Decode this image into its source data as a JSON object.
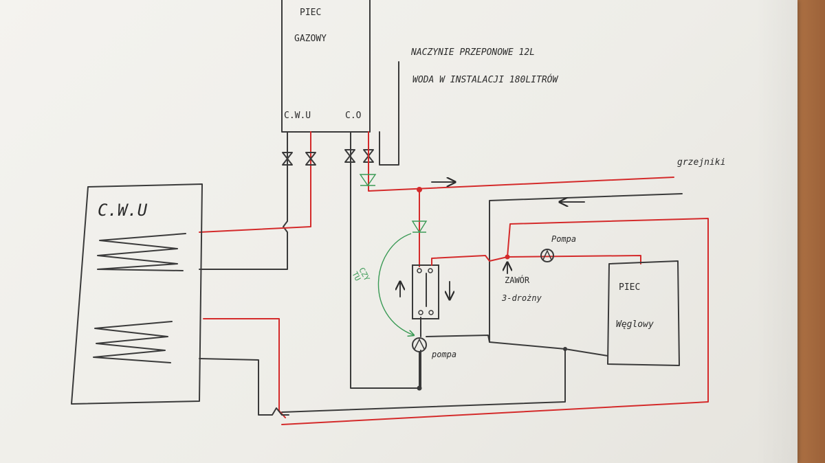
{
  "labels": {
    "gas_boiler_line1": "PIEC",
    "gas_boiler_line2": "GAZOWY",
    "gas_boiler_cwu": "C.W.U",
    "gas_boiler_co": "C.O",
    "note_line1": "NACZYNIE PRZEPONOWE 12L",
    "note_line2": "WODA W INSTALACJI 180LITRÓW",
    "radiators": "grzejniki",
    "tank": "C.W.U",
    "pump_top": "Pompa",
    "pump_bottom": "pompa",
    "valve_line1": "ZAWÓR",
    "valve_line2": "3-drożny",
    "coal_boiler_line1": "PIEC",
    "coal_boiler_line2": "Węglowy",
    "green_note_line1": "CZY",
    "green_note_line2": "TU"
  },
  "colors": {
    "pencil": "#3a3a3a",
    "red_pipe": "#d42a2a",
    "green_marker": "#3a9a55"
  }
}
